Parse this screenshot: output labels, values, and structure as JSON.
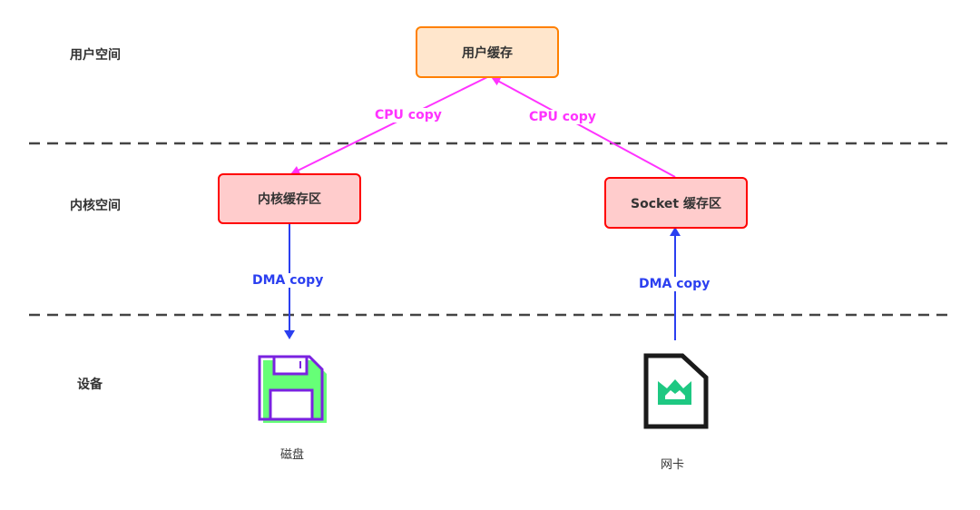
{
  "layers": [
    {
      "label": "用户空间"
    },
    {
      "label": "内核空间"
    },
    {
      "label": "设备"
    }
  ],
  "boxes": {
    "user_buffer": "用户缓存",
    "kernel_buffer": "内核缓存区",
    "socket_buffer": "Socket 缓存区"
  },
  "edges": {
    "cpu_copy_left": "CPU copy",
    "cpu_copy_right": "CPU copy",
    "dma_copy_left": "DMA copy",
    "dma_copy_right": "DMA copy"
  },
  "devices": {
    "disk": {
      "label": "磁盘",
      "icon": "floppy-disk-icon"
    },
    "nic": {
      "label": "网卡",
      "icon": "network-card-icon"
    }
  },
  "colors": {
    "cpu_copy": "#ff33ff",
    "dma_copy": "#2b3ff0",
    "user_box_fill": "#ffe6cc",
    "user_box_stroke": "#ff8000",
    "kernel_box_fill": "#ffcccc",
    "kernel_box_stroke": "#ff0000",
    "divider": "#444444"
  }
}
